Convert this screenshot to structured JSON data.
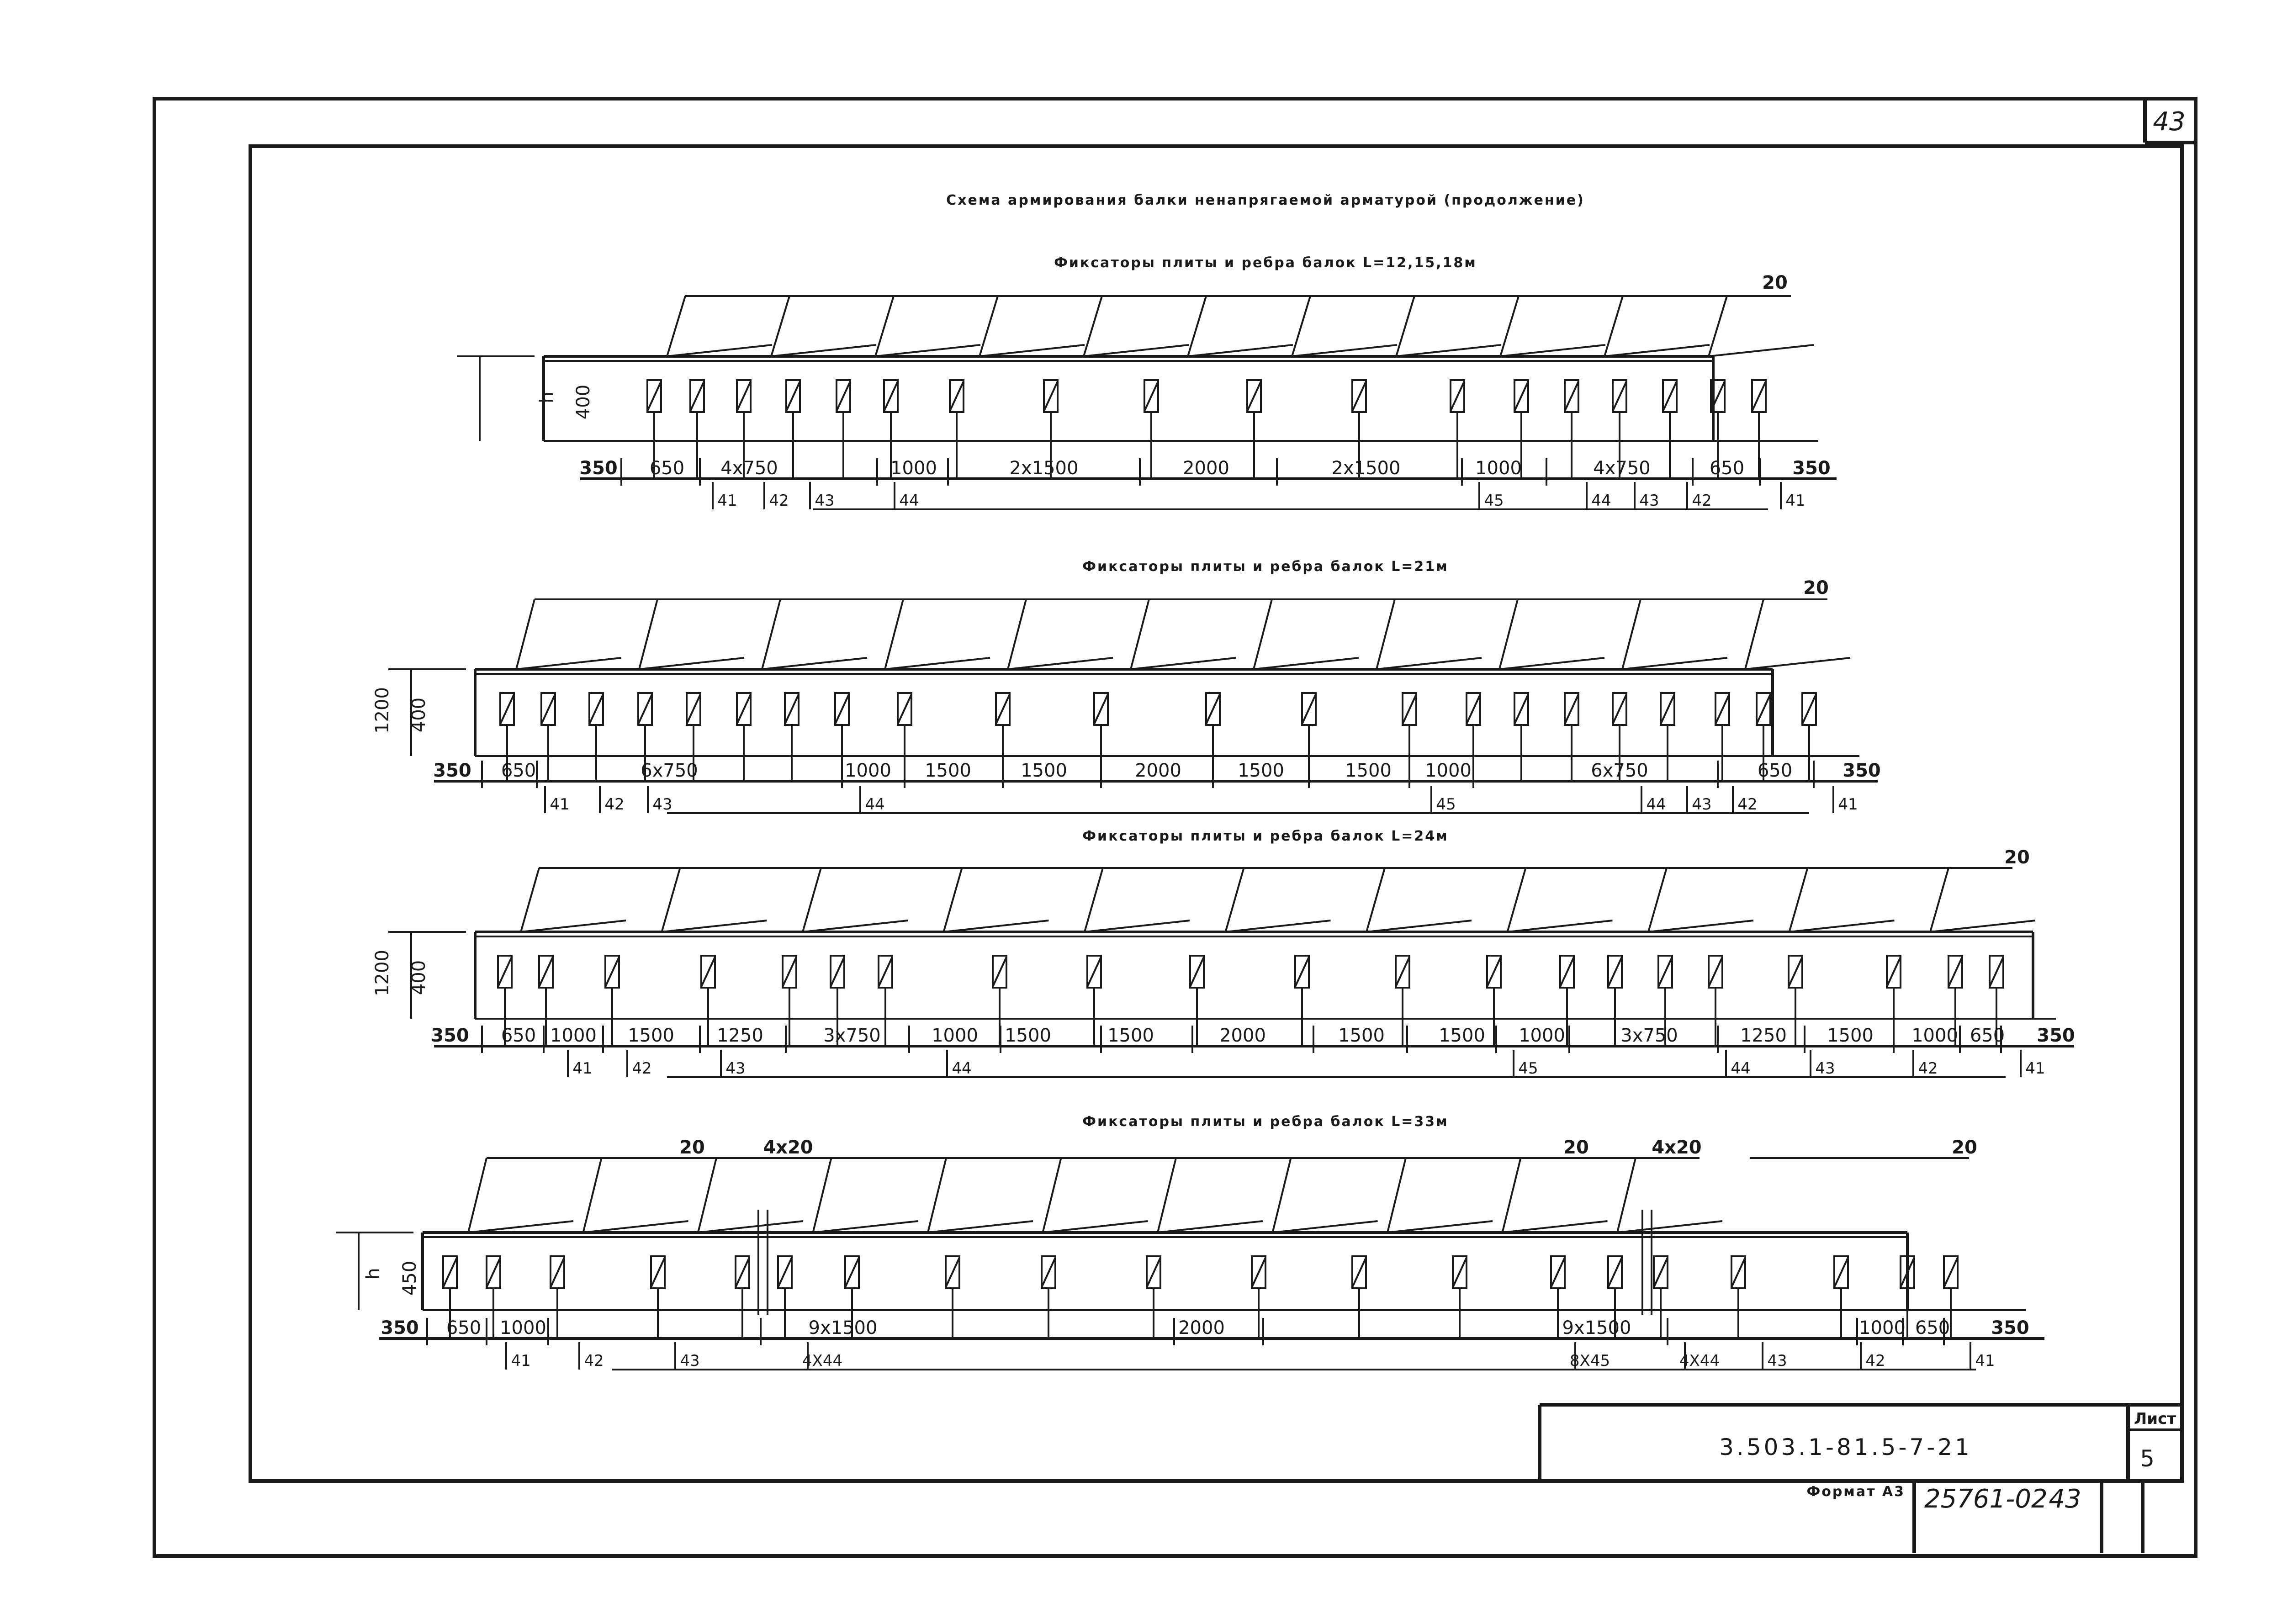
{
  "page_number": "43",
  "title": "Схема армирования балки ненапрягаемой арматурой (продолжение)",
  "schemes": [
    {
      "subtitle": "Фиксаторы плиты и ребра балок L=12,15,18м",
      "height_labels": [
        "h",
        "400"
      ],
      "top_mark": "20",
      "dims": [
        "350",
        "650",
        "4x750",
        "1000",
        "2x1500",
        "2000",
        "2x1500",
        "1000",
        "4x750",
        "650",
        "350"
      ],
      "marks": [
        "41",
        "42",
        "43",
        "44",
        "45",
        "44",
        "43",
        "42",
        "41"
      ]
    },
    {
      "subtitle": "Фиксаторы плиты и ребра балок L=21м",
      "height_labels": [
        "1200",
        "400"
      ],
      "top_mark": "20",
      "dims": [
        "350",
        "650",
        "6x750",
        "1000",
        "1500",
        "1500",
        "2000",
        "1500",
        "1500",
        "1000",
        "6x750",
        "650",
        "350"
      ],
      "marks": [
        "41",
        "42",
        "43",
        "44",
        "45",
        "44",
        "43",
        "42",
        "41"
      ]
    },
    {
      "subtitle": "Фиксаторы плиты и ребра балок L=24м",
      "height_labels": [
        "1200",
        "400"
      ],
      "top_mark": "20",
      "dims": [
        "350",
        "650",
        "1000",
        "1500",
        "1250",
        "3x750",
        "1000",
        "1500",
        "1500",
        "2000",
        "1500",
        "1500",
        "1000",
        "3x750",
        "1250",
        "1500",
        "1000",
        "650",
        "350"
      ],
      "marks": [
        "41",
        "42",
        "43",
        "44",
        "45",
        "44",
        "43",
        "42",
        "41"
      ]
    },
    {
      "subtitle": "Фиксаторы плиты и ребра балок L=33м",
      "height_labels": [
        "h",
        "450"
      ],
      "top_marks": [
        "20",
        "4x20",
        "20",
        "4x20",
        "20"
      ],
      "dims": [
        "350",
        "650",
        "1000",
        "9x1500",
        "2000",
        "9x1500",
        "1000",
        "650",
        "350"
      ],
      "marks": [
        "41",
        "42",
        "43",
        "4X44",
        "8X45",
        "4X44",
        "43",
        "42",
        "41"
      ]
    }
  ],
  "title_block": {
    "designation": "3.503.1-81.5-7-21",
    "sheet_label": "Лист",
    "sheet_number": "5",
    "format_label": "Формат А3",
    "inventory_number": "25761-02",
    "inventory_page": "43"
  }
}
